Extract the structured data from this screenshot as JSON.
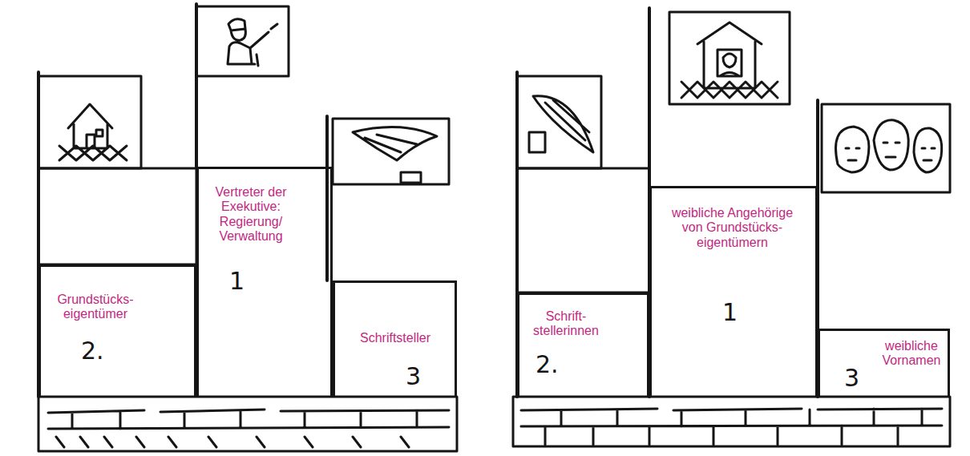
{
  "diagram": {
    "nodes": [
      {
        "text": [
          "Grundstücks- eigentümer",
          "2."
        ]
      },
      {
        "text": [
          "Vertreter der Exekutive: Regierung/ Verwaltung",
          "1"
        ]
      },
      {
        "text": [
          "Schriftsteller",
          "3"
        ]
      },
      {
        "text": [
          "Schrift- stellerinnen",
          "2."
        ]
      },
      {
        "text": [
          "weibliche Angehörige von Grundstücks- eigentümern",
          "1"
        ]
      },
      {
        "text": [
          "weibliche Vornamen",
          "3"
        ]
      }
    ]
  }
}
